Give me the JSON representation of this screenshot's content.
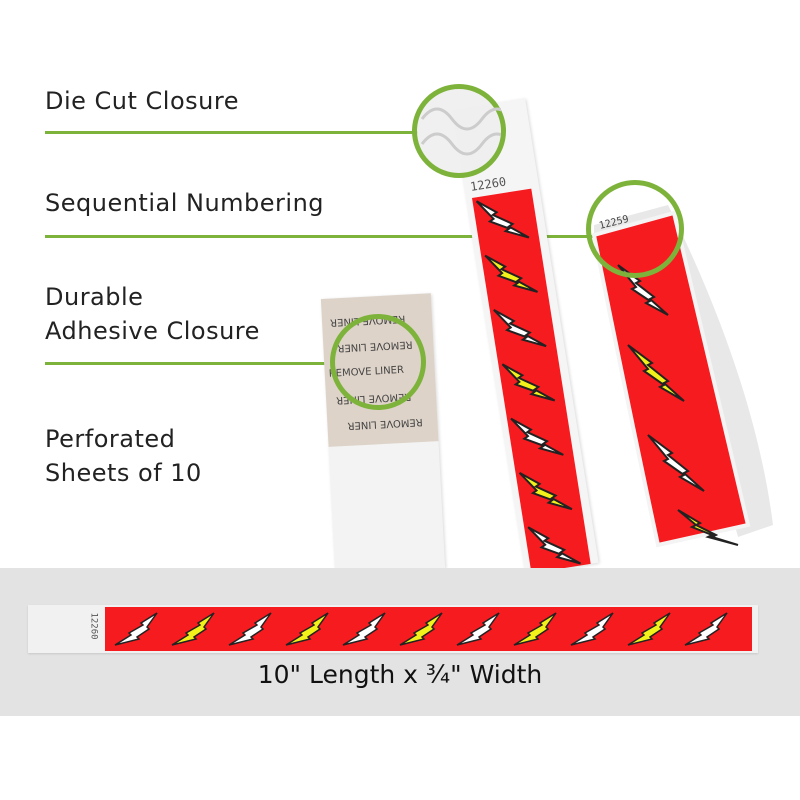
{
  "features": [
    {
      "label": "Die Cut Closure"
    },
    {
      "label": "Sequential Numbering"
    },
    {
      "label": "Durable",
      "label2": "Adhesive Closure"
    },
    {
      "label": "Perforated",
      "label2": "Sheets of 10"
    }
  ],
  "product": {
    "serial_number": "12260",
    "liner_text": "REMOVE LINER",
    "dimension": "10\" Length x ¾\" Width",
    "bolt_pattern": [
      "white",
      "yellow",
      "white",
      "yellow",
      "white",
      "yellow",
      "white",
      "yellow",
      "white",
      "yellow",
      "white"
    ]
  },
  "colors": {
    "accent_green": "#7db33a",
    "band_red": "#f61b1f",
    "bolt_yellow": "#f2f21a",
    "bolt_white": "#ffffff"
  }
}
